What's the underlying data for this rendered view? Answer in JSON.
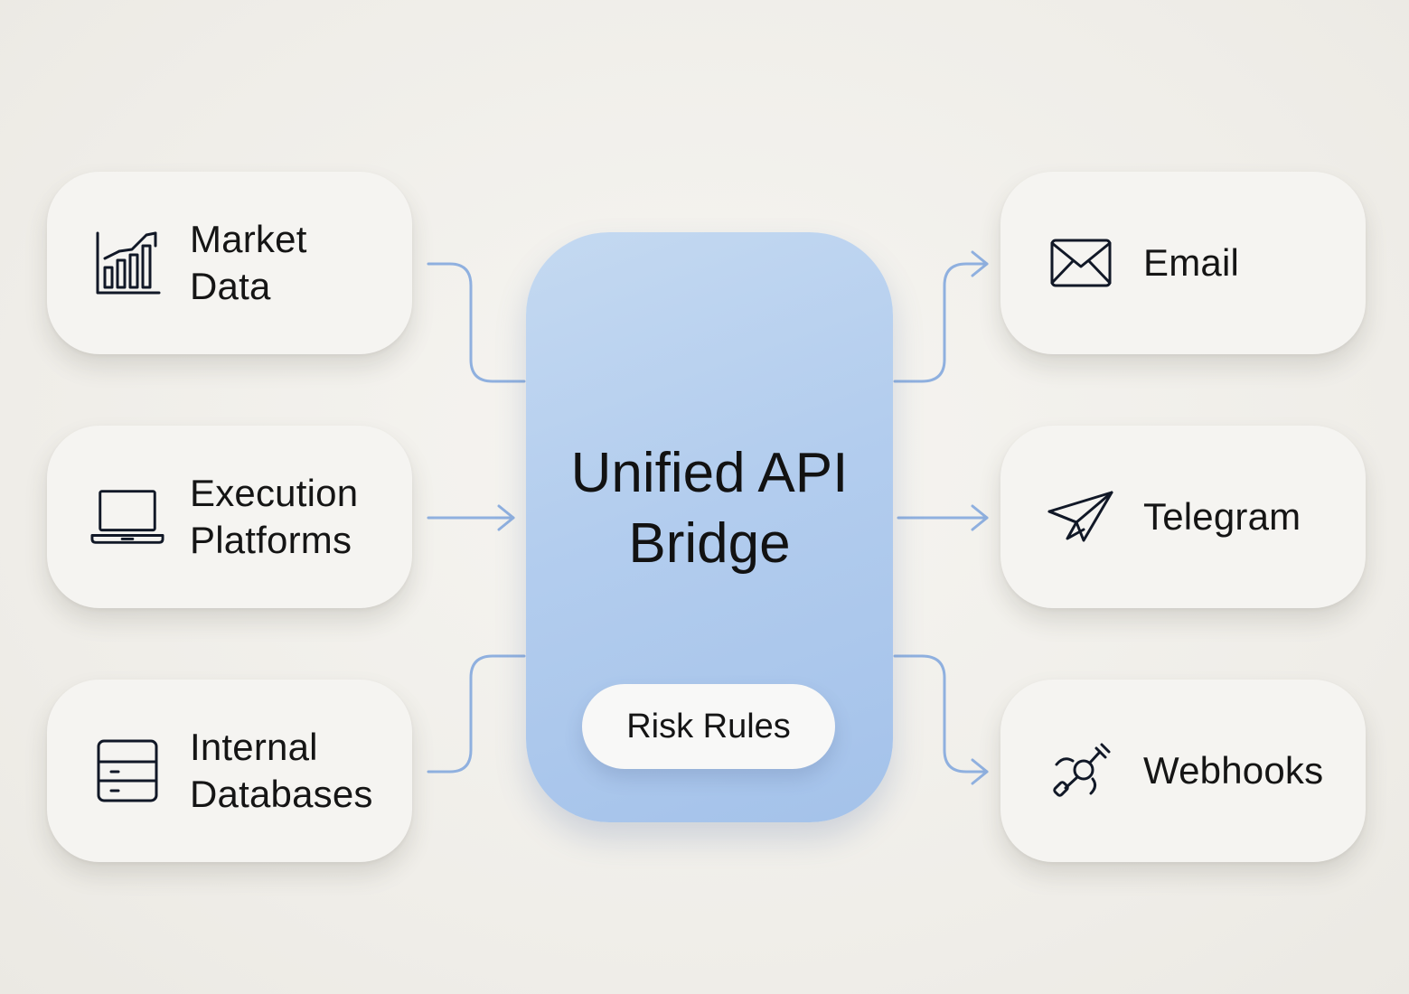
{
  "inputs": [
    {
      "icon": "bar-chart-icon",
      "line1": "Market",
      "line2": "Data"
    },
    {
      "icon": "laptop-icon",
      "line1": "Execution",
      "line2": "Platforms"
    },
    {
      "icon": "database-cabinet-icon",
      "line1": "Internal",
      "line2": "Databases"
    }
  ],
  "hub": {
    "title_line1": "Unified API",
    "title_line2": "Bridge",
    "pill_label": "Risk Rules"
  },
  "outputs": [
    {
      "icon": "envelope-icon",
      "label": "Email"
    },
    {
      "icon": "paper-plane-icon",
      "label": "Telegram"
    },
    {
      "icon": "webhook-plug-icon",
      "label": "Webhooks"
    }
  ],
  "colors": {
    "background": "#f1efea",
    "card": "#f5f4f1",
    "hub_gradient_start": "#c4d9f1",
    "hub_gradient_end": "#a4c2ea",
    "connector": "#8fb0df",
    "icon_stroke": "#111827"
  }
}
